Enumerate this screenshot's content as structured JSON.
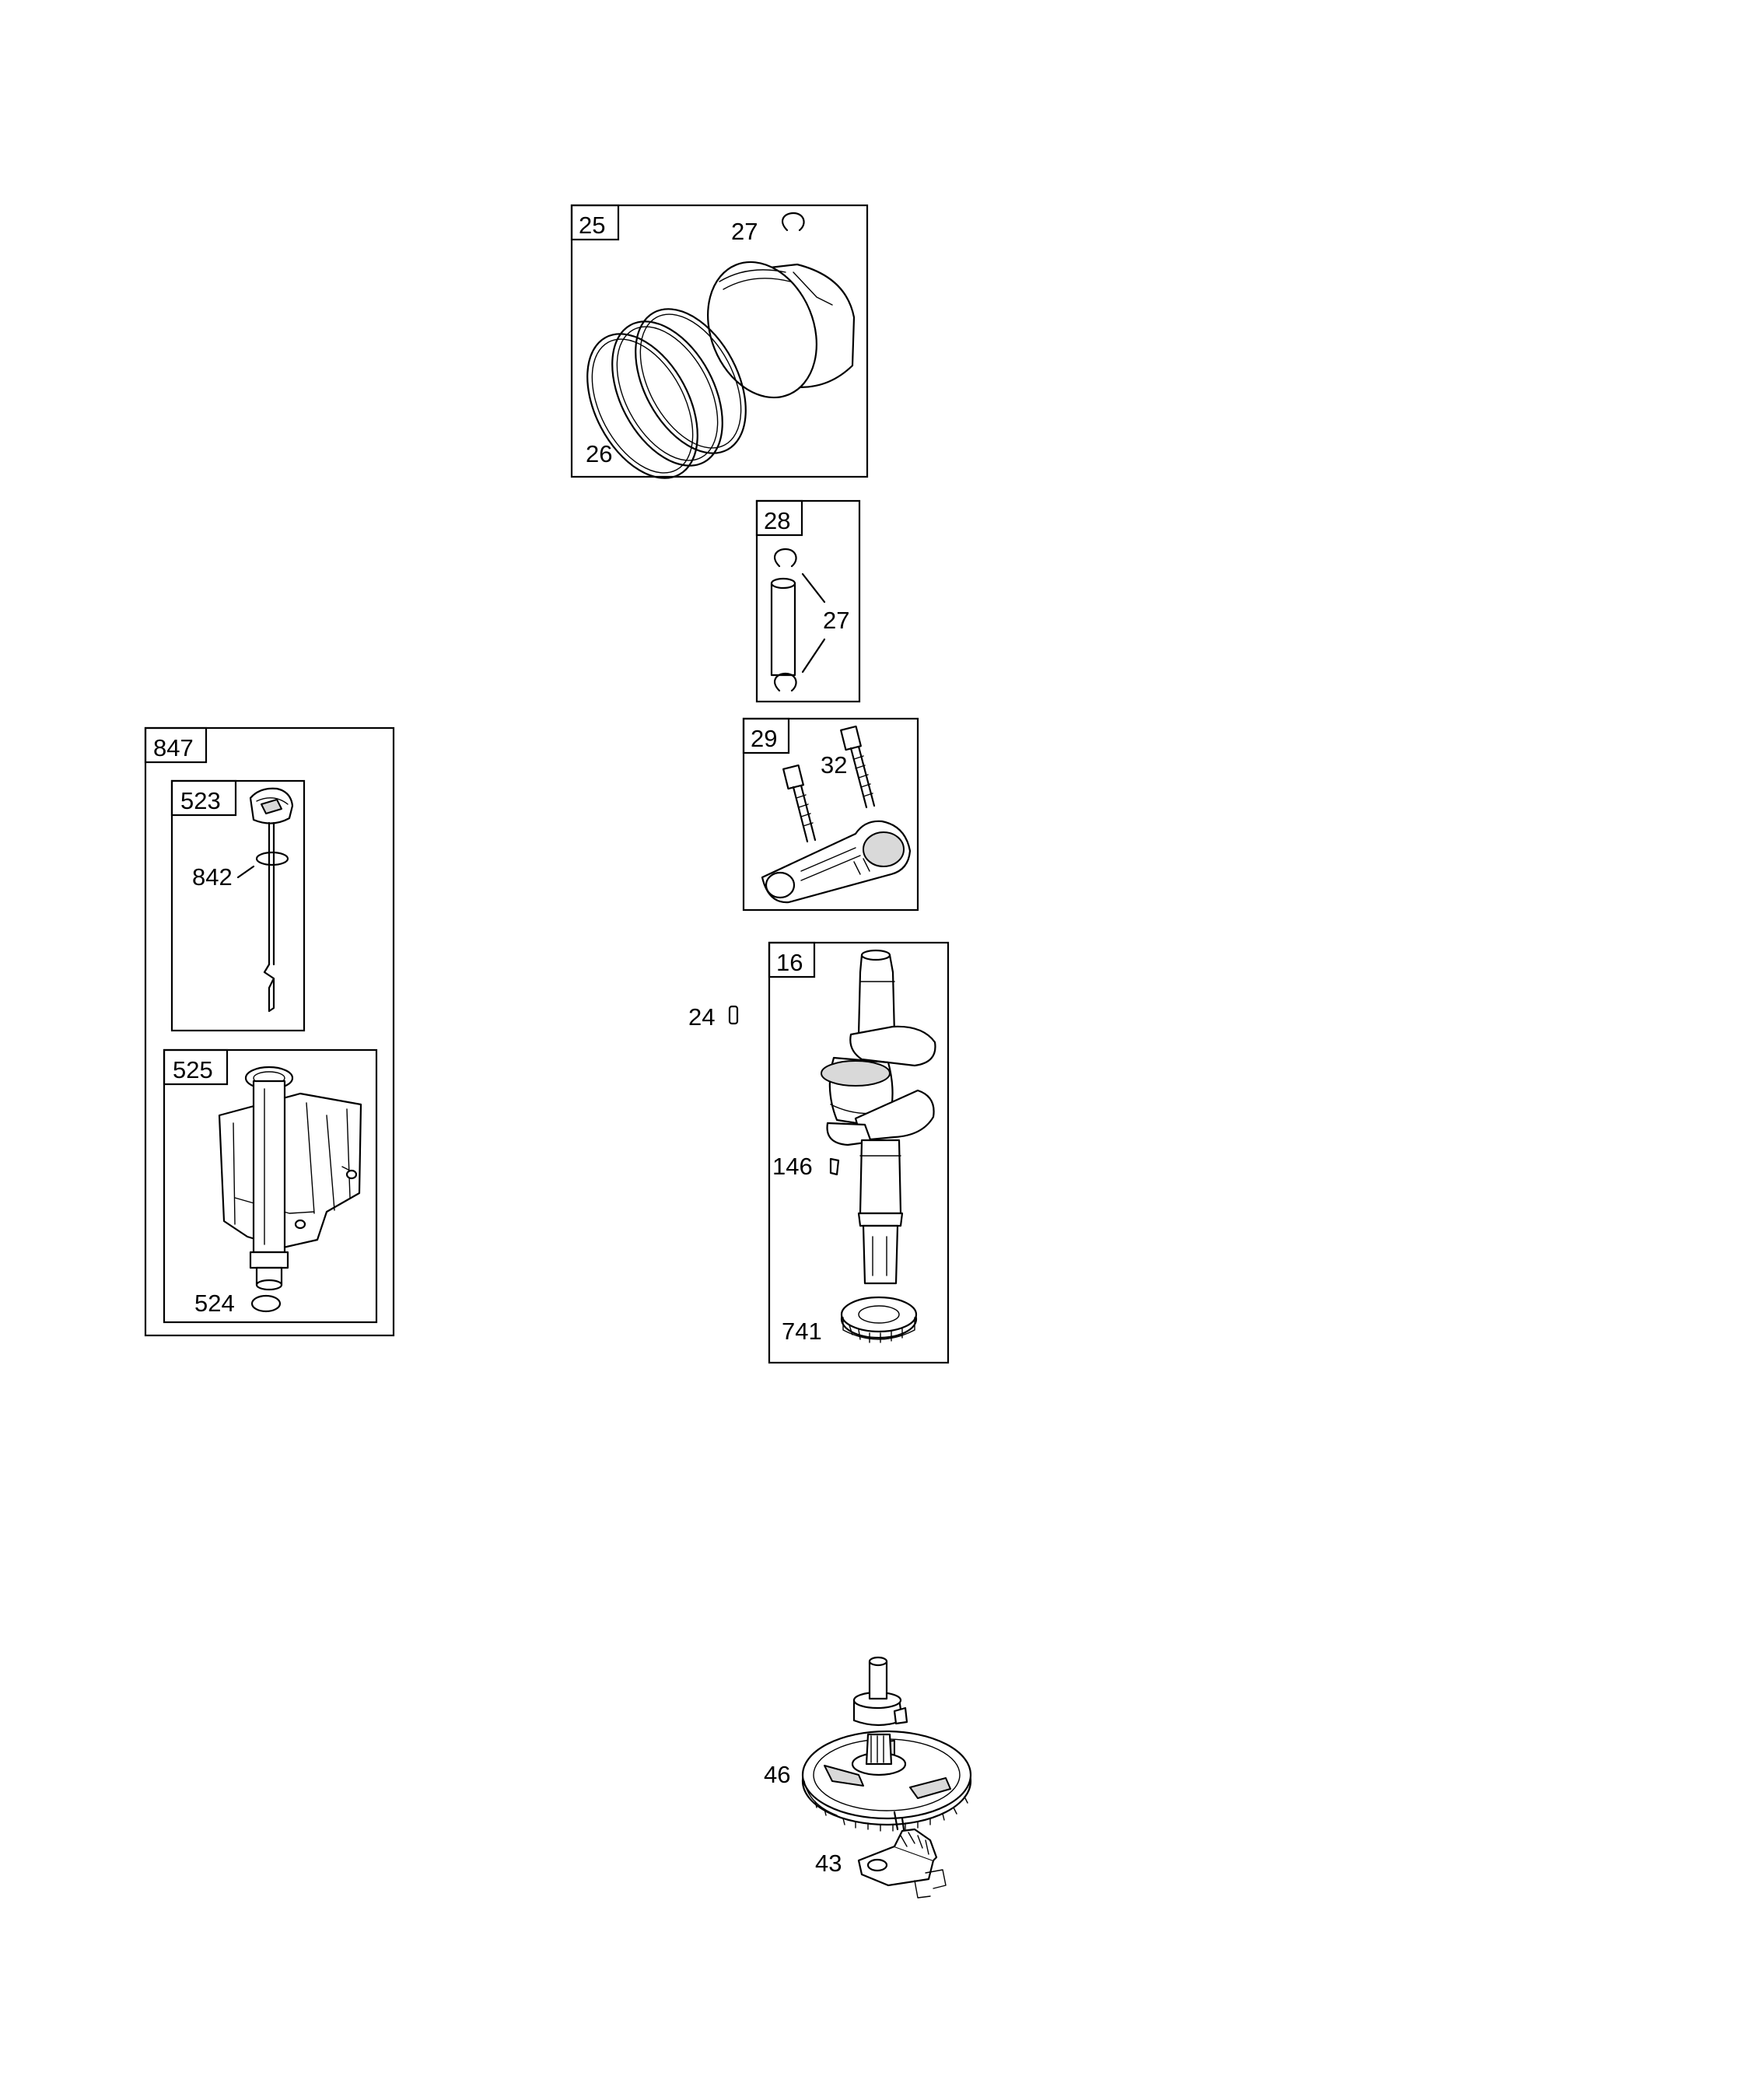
{
  "diagram": {
    "callouts": {
      "piston_assembly": "25",
      "piston_clip": "27",
      "piston_rings": "26",
      "piston_pin_kit": "28",
      "pin_kit_clip": "27",
      "connecting_rod": "29",
      "rod_bolts": "32",
      "crankshaft": "16",
      "key": "24",
      "crank_key": "146",
      "crank_gear": "741",
      "dipstick_tube_kit": "847",
      "dipstick": "523",
      "dipstick_seal": "842",
      "dipstick_tube": "525",
      "tube_o_ring": "524",
      "camshaft": "46",
      "governor_link": "43"
    }
  }
}
